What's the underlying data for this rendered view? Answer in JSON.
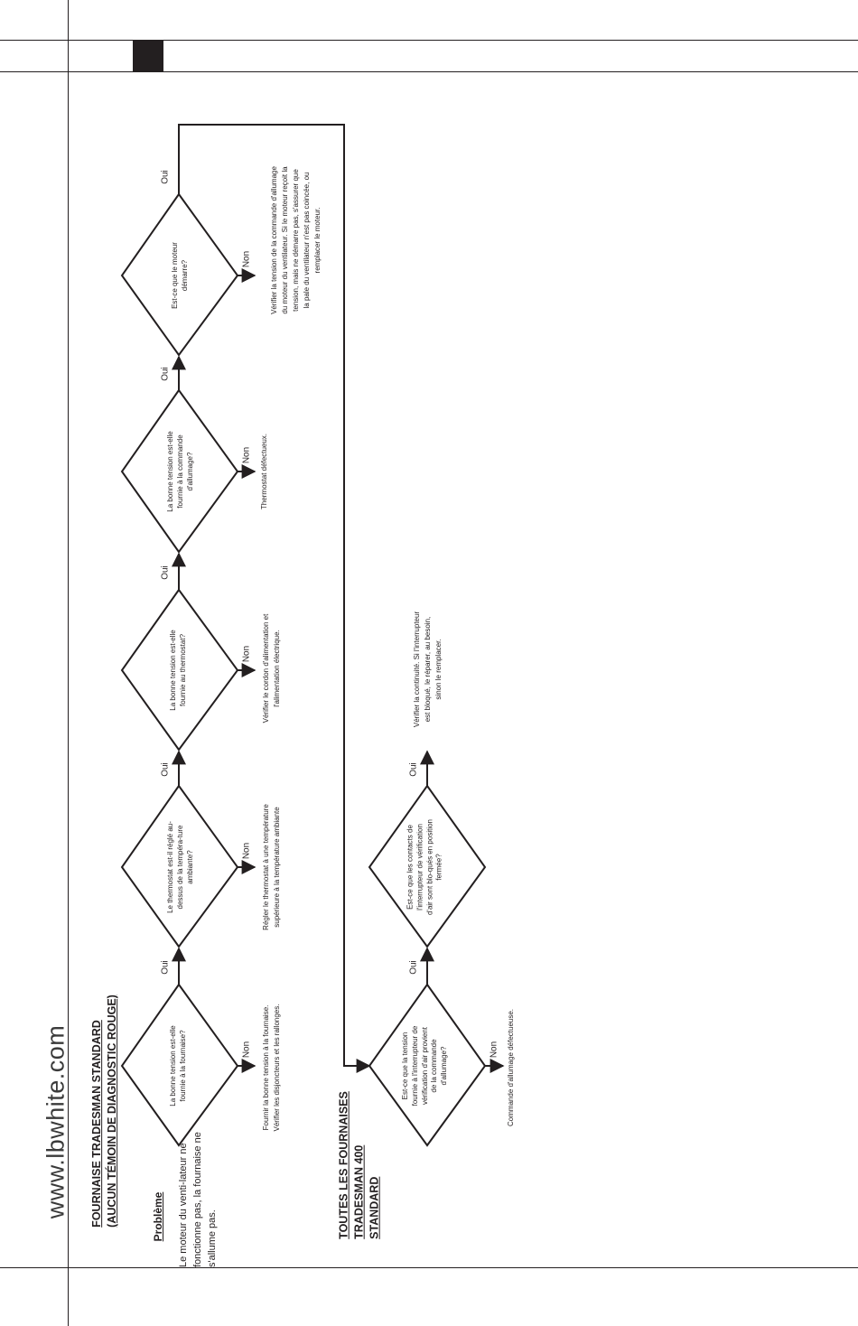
{
  "header": {
    "website": "www.lbwhite.com"
  },
  "chart1": {
    "title_line1": "FOURNAISE TRADESMAN STANDARD",
    "title_line2": "(AUCUN TÉMOIN DE DIAGNOSTIC ROUGE)",
    "problem_label": "Problème",
    "problem_text": "Le moteur du venti-lateur ne fonctionne pas, la fournaise ne s'allume pas.",
    "steps": [
      {
        "question": "La bonne tension est-elle fournie à la fournaise?",
        "yes": "Oui",
        "no": "Non",
        "action": [
          "Fournir la bonne tension à la fournaise.",
          "Vérifier les disjoncteurs et les rallonges."
        ]
      },
      {
        "question": "Le thermostat est-il réglé au-dessus de la tempéra-ture ambiante?",
        "yes": "Oui",
        "no": "Non",
        "action": [
          "Régler le thermostat à une température",
          "supérieure à la température ambiante"
        ]
      },
      {
        "question": "La bonne tension est-elle fournie au thermostat?",
        "yes": "Oui",
        "no": "Non",
        "action": [
          "Vérifier le cordon d'alimentation et",
          "l'alimentation électrique."
        ]
      },
      {
        "question": "La bonne tension est-elle fournie à la commande d'allumage?",
        "yes": "Oui",
        "no": "Non",
        "action": [
          "Thermostat défectueux."
        ]
      },
      {
        "question": "Est-ce que le moteur démarre?",
        "yes": "Oui",
        "no": "Non",
        "action": [
          "Vérifier la tension de la commande d'allumage",
          "du moteur du ventilateur. Si le moteur reçoit la",
          "tension, mais ne démarre pas, s'assurer que",
          "la pale du ventilateur n'est pas coincée, ou",
          "remplacer le moteur."
        ]
      }
    ]
  },
  "chart2": {
    "title_lines": [
      "TOUTES LES FOURNAISES",
      "TRADESMAN 400",
      "STANDARD"
    ],
    "steps": [
      {
        "question": "Est-ce que la tension fournie à l'interrupteur de vérification d'air provient de la commande d'allumage?",
        "yes": "Oui",
        "no": "Non",
        "action": [
          "Commande d'allumage défectueuse."
        ]
      },
      {
        "question": "Est-ce que les contacts de l'interrupteur de vérification d'air sont blo-qués en position fermée?",
        "yes": "Oui",
        "action": [
          "Vérifier la continuité. Si l'interrupteur",
          "est bloqué, le réparer, au besoin,",
          "sinon le remplacer."
        ]
      }
    ]
  }
}
